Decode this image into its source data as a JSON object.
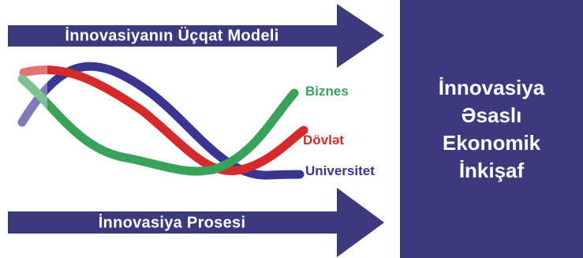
{
  "top_arrow": {
    "label": "İnnovasiyanın Üçqat Modeli"
  },
  "bottom_arrow": {
    "label": "İnnovasiya Prosesi"
  },
  "result_box": {
    "lines": [
      "İnnovasiya",
      "Əsaslı",
      "Ekonomik",
      "İnkişaf"
    ]
  },
  "waves": [
    {
      "name": "Biznes",
      "color": "#3aa15a"
    },
    {
      "name": "Dövlət",
      "color": "#d42a2a"
    },
    {
      "name": "Universitet",
      "color": "#3a3590"
    }
  ],
  "colors": {
    "arrow": "#3c3a7c",
    "box": "#3c3a7c",
    "box_text": "#ffffff"
  }
}
